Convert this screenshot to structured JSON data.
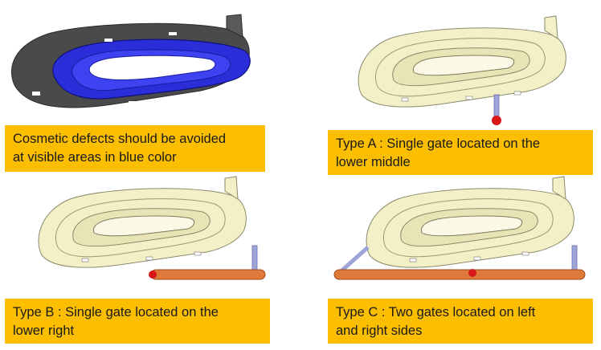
{
  "colors": {
    "caption_bg": "#FBBE00",
    "part_cream": "#F3F0C8",
    "part_dark": "#4A4A4A",
    "highlight_blue": "#2A2DD8",
    "runner_orange": "#E07A3A",
    "gate_red": "#D81818",
    "sprue_lavender": "#9FA4D8"
  },
  "panels": [
    {
      "id": "cosmetic",
      "caption_lines": [
        "Cosmetic defects should be avoided",
        "at visible areas in blue color"
      ]
    },
    {
      "id": "type-a",
      "caption_lines": [
        "Type A : Single gate located on the",
        "lower middle"
      ]
    },
    {
      "id": "type-b",
      "caption_lines": [
        "Type B :  Single gate located on the",
        "lower right"
      ]
    },
    {
      "id": "type-c",
      "caption_lines": [
        "Type C : Two gates located on left",
        "and right sides"
      ]
    }
  ]
}
